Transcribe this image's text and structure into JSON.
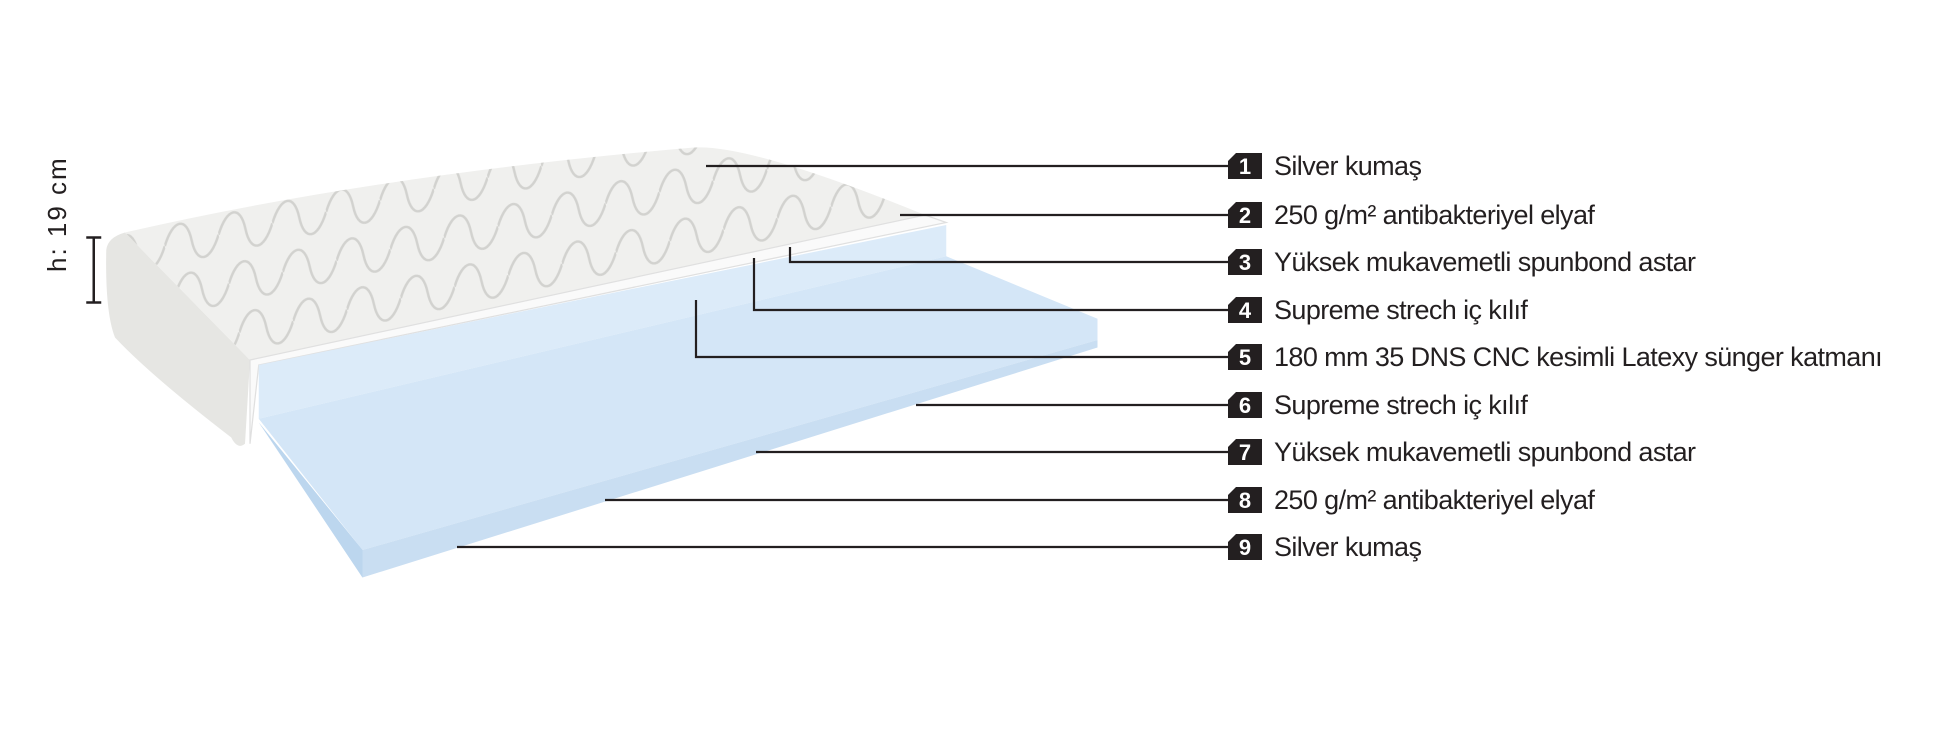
{
  "height_label": "h: 19 cm",
  "colors": {
    "foam": "#d6e8f8",
    "foam_dark": "#bcd6ee",
    "cover": "#efefed",
    "line": "#231f20"
  },
  "layers": [
    {
      "number": "1",
      "label": "Silver kumaş"
    },
    {
      "number": "2",
      "label": "250 g/m² antibakteriyel elyaf"
    },
    {
      "number": "3",
      "label": "Yüksek mukavemetli spunbond astar"
    },
    {
      "number": "4",
      "label": "Supreme strech iç kılıf"
    },
    {
      "number": "5",
      "label": "180 mm 35 DNS CNC kesimli Latexy sünger katmanı"
    },
    {
      "number": "6",
      "label": "Supreme strech iç kılıf"
    },
    {
      "number": "7",
      "label": "Yüksek mukavemetli spunbond astar"
    },
    {
      "number": "8",
      "label": "250 g/m² antibakteriyel elyaf"
    },
    {
      "number": "9",
      "label": "Silver kumaş"
    }
  ]
}
